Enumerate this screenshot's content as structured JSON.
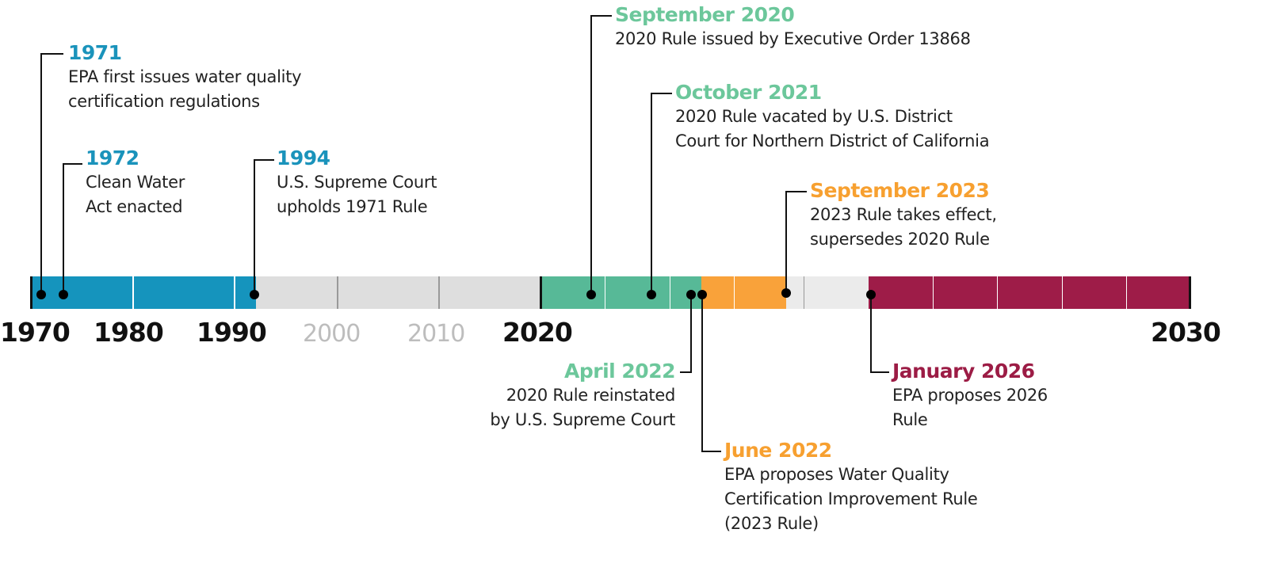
{
  "colors": {
    "blue": "#1594bd",
    "teal": "#57b997",
    "orange": "#f9a23a",
    "red": "#9e1c48",
    "gray": "#dedede",
    "lightgray": "#ebebeb"
  },
  "years": [
    "1970",
    "1980",
    "1990",
    "2000",
    "2010",
    "2020",
    "2030"
  ],
  "events": [
    {
      "title": "1971",
      "desc": [
        "EPA first issues water quality",
        "certification regulations"
      ]
    },
    {
      "title": "1972",
      "desc": [
        "Clean Water",
        "Act enacted"
      ]
    },
    {
      "title": "1994",
      "desc": [
        "U.S. Supreme Court",
        "upholds 1971 Rule"
      ]
    },
    {
      "title": "September 2020",
      "desc": [
        "2020 Rule issued by Executive Order 13868"
      ]
    },
    {
      "title": "October 2021",
      "desc": [
        "2020 Rule vacated by U.S. District",
        "Court for Northern District of California"
      ]
    },
    {
      "title": "September 2023",
      "desc": [
        "2023 Rule takes effect,",
        "supersedes 2020 Rule"
      ]
    },
    {
      "title": "April 2022",
      "desc": [
        "2020 Rule reinstated",
        "by U.S. Supreme Court"
      ]
    },
    {
      "title": "June 2022",
      "desc": [
        "EPA proposes Water Quality",
        "Certification Improvement Rule",
        "(2023 Rule)"
      ]
    },
    {
      "title": "January 2026",
      "desc": [
        "EPA proposes 2026",
        "Rule"
      ]
    }
  ]
}
